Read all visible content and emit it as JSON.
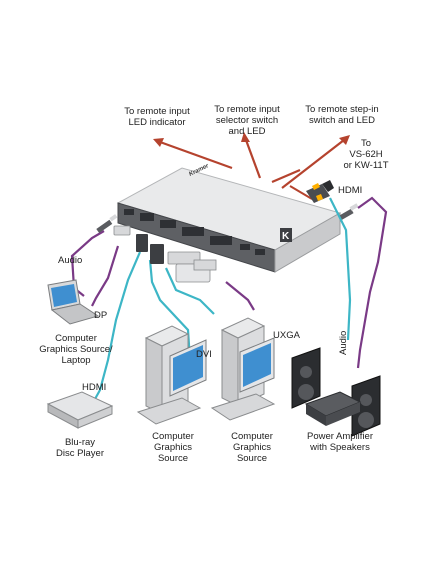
{
  "remote": {
    "input_led": "To remote input\nLED indicator",
    "selector": "To remote input\nselector switch\nand LED",
    "stepin": "To remote step-in\nswitch and LED"
  },
  "device": {
    "brand": "Kramer",
    "logo": "K"
  },
  "dest": {
    "to_vs": "To\nVS-62H\nor KW-11T",
    "hdmi_out": "HDMI"
  },
  "labels": {
    "audio_left": "Audio",
    "dp": "DP",
    "dvi": "DVI",
    "uxga": "UXGA",
    "hdmi_in": "HDMI",
    "audio_right": "Audio"
  },
  "devices": {
    "laptop": "Computer\nGraphics Source/\nLaptop",
    "bluray": "Blu-ray\nDisc Player",
    "pc1": "Computer\nGraphics\nSource",
    "pc2": "Computer\nGraphics\nSource",
    "amp": "Power Amplifier\nwith Speakers"
  },
  "colors": {
    "remote_cable": "#b5432e",
    "audio_cable": "#7a3a86",
    "video_cable": "#3db6c6"
  }
}
